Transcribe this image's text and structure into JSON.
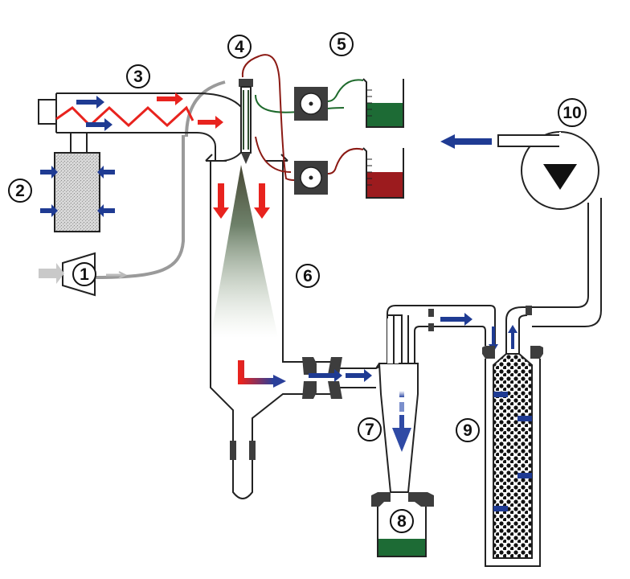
{
  "labels": {
    "inlet_compressor": "1",
    "dehumidifier": "2",
    "heater": "3",
    "nozzle": "4",
    "feed_pumps": "5",
    "drying_chamber": "6",
    "cyclone": "7",
    "collection_vessel": "8",
    "outlet_filter": "9",
    "aspirator": "10"
  },
  "colors": {
    "arrow_blue": "#1f3b93",
    "arrow_red": "#e8231e",
    "liquid_green": "#1d6b35",
    "liquid_red": "#9c1b1e",
    "wire_green": "#1e6a2c",
    "wire_red": "#8b1a14",
    "outline": "#222222",
    "gasket": "#3d3d3d",
    "tube_gray": "#9a9a9a"
  }
}
